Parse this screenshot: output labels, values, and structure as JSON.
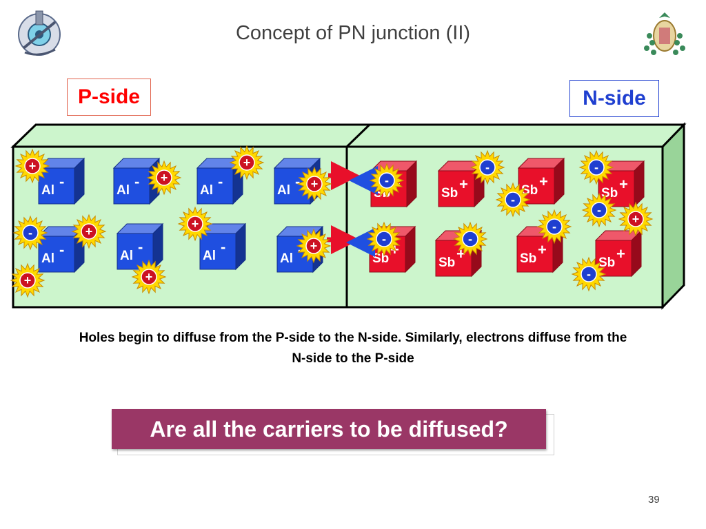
{
  "slide": {
    "title": "Concept of PN junction (II)",
    "page_number": "39"
  },
  "labels": {
    "p_side": "P-side",
    "n_side": "N-side"
  },
  "caption": {
    "line1": "Holes  begin to diffuse from the P-side to the N-side. Similarly, electrons diffuse from the",
    "line2": "N-side to the P-side"
  },
  "question": {
    "text": "Are all the carriers to be diffused?"
  },
  "atoms": {
    "acceptor_symbol": "Al",
    "acceptor_charge": "-",
    "donor_symbol": "Sb",
    "donor_charge": "+"
  },
  "carriers": {
    "hole_sign": "+",
    "electron_sign": "-"
  },
  "colors": {
    "p_region_fill": "#ccf5cc",
    "acceptor_cube": "#1f4fe0",
    "donor_cube": "#e8102a",
    "hole_core": "#cc1122",
    "electron_core": "#1f3fd0",
    "burst": "#ffd800",
    "question_bg": "#9a3766",
    "p_label": "#ff0000",
    "n_label": "#1f3fd0"
  },
  "icons": {
    "left_logo": "engineering-school-emblem-icon",
    "right_logo": "university-crest-icon",
    "hole_arrow": "red-arrow-right-icon",
    "electron_arrow": "blue-arrow-left-icon"
  }
}
